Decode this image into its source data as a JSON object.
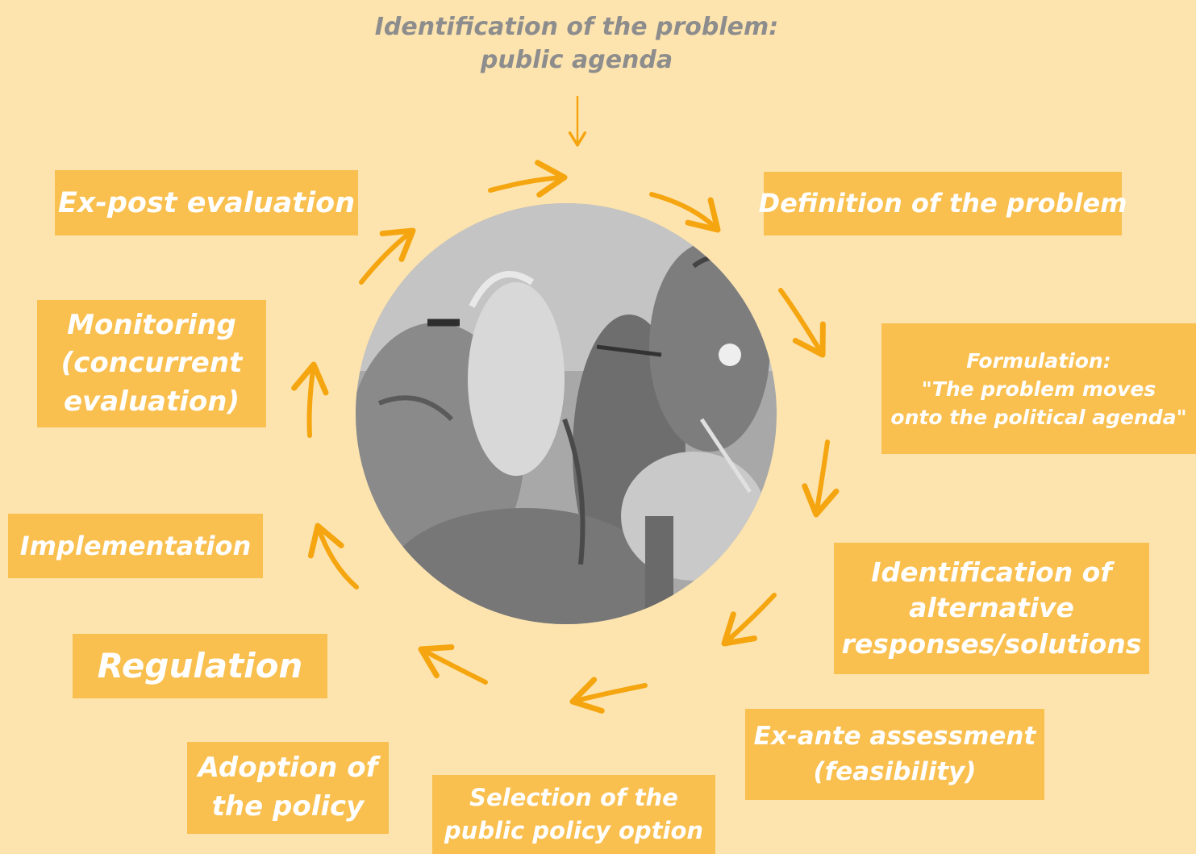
{
  "top": {
    "line1": "Identification of the problem:",
    "line2": "public agenda"
  },
  "steps": {
    "definition": {
      "lines": [
        "Definition of the problem"
      ]
    },
    "formulation": {
      "lines": [
        "Formulation:",
        "\"The problem moves",
        "onto the political agenda\""
      ]
    },
    "alternatives": {
      "lines": [
        "Identification of",
        "alternative",
        "responses/solutions"
      ]
    },
    "exante": {
      "lines": [
        "Ex-ante assessment",
        "(feasibility)"
      ]
    },
    "selection": {
      "lines": [
        "Selection of the",
        "public policy option"
      ]
    },
    "adoption": {
      "lines": [
        "Adoption of",
        "the policy"
      ]
    },
    "regulation": {
      "lines": [
        "Regulation"
      ]
    },
    "implementation": {
      "lines": [
        "Implementation"
      ]
    },
    "monitoring": {
      "lines": [
        "Monitoring",
        "(concurrent",
        "evaluation)"
      ]
    },
    "expost": {
      "lines": [
        "Ex-post evaluation"
      ]
    }
  },
  "colors": {
    "background": "#fde4ae",
    "box": "#f9bf4f",
    "arrow": "#f5a50f",
    "box_text": "#ffffff",
    "top_text": "#8d8d8d"
  },
  "center_image": "grayscale-abstract-painting"
}
